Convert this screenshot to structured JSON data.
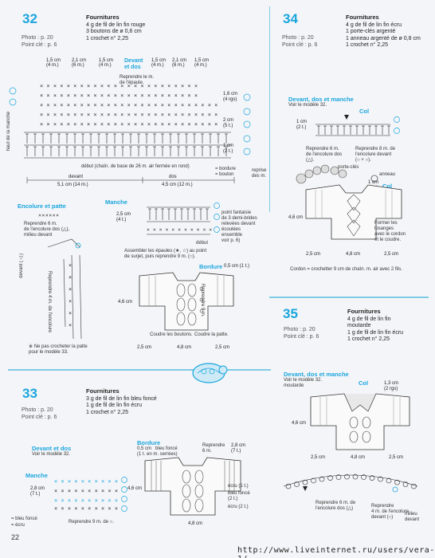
{
  "page_number": "22",
  "url": "http://www.liveinternet.ru/users/vera-1/",
  "p32": {
    "number": "32",
    "photo": "Photo : p. 20",
    "key": "Point clé : p. 6",
    "supplies_title": "Fournitures",
    "supplies": [
      "4 g de fil de lin fin rouge",
      "3 boutons de ø 0,6 cm",
      "1 crochet n° 2,25"
    ],
    "front_back": "Devant\net dos",
    "reprendre_epaule": "Reprendre le m.\nde l'épaule.",
    "top_dims": [
      "1,5 cm\n(4 m.)",
      "2,1 cm\n(6 m.)",
      "1,5 cm\n(4 m.)",
      "1,5 cm\n(4 m.)",
      "2,1 cm\n(6 m.)",
      "1,5 cm\n(4 m.)"
    ],
    "right_dims": [
      "1,6 cm\n(4 rgs)",
      "2 cm\n(5 t.)",
      "1 cm\n(2 t.)"
    ],
    "debut": "début (chaîn. de base de 26 m. air fermée en rond)",
    "devant": "devant",
    "dos": "dos",
    "devant_dim": "5,1 cm (14 m.)",
    "dos_dim": "4,5 cm (12 m.)",
    "bordure_legend": "= bordure\n= bouton",
    "reprise": "reprise\ndes m.",
    "haut_manche": "haut de la manche",
    "encolure_title": "Encolure et patte",
    "encolure_note": "Reprendre 6 m.\nde l'encolure dos (△),\nmilieu devant",
    "manche_title": "Manche",
    "manche_dims": [
      "2,5 cm\n(4 t.)"
    ],
    "point_fantaisie": "point fantaisie\nde 3 demi-brides\nrelevées devant\nécoulées\nensemble\nvoir p. 6)",
    "debut2": "début",
    "assembler": "Assembler les épaules (★, ☆) au point\nde surjet, puis reprendre 9 m. (○).",
    "bordure_title": "Bordure",
    "bordure_dim": "0,5 cm (1 t.)",
    "reprendre9": "Reprendre 9 m.",
    "dim_46": "4,6 cm",
    "coudre_boutons": "Coudre les boutons.",
    "coudre_patte": "Coudre la patte.",
    "bottom_dims": [
      "2,5 cm",
      "4,8 cm",
      "2,5 cm"
    ],
    "patte_note": "※ Ne pas crocheter la patte\npour le modèle 33.",
    "devant_label": "devant (△)",
    "reprendre_4": "Reprendre 4 m. de l'encolure"
  },
  "p34": {
    "number": "34",
    "photo": "Photo : p. 20",
    "key": "Point clé : p. 6",
    "supplies_title": "Fournitures",
    "supplies": [
      "4 g de fil de lin fin écru",
      "1 porte-clés argenté",
      "1 anneau argenté de ø 0,8 cm",
      "1 crochet n° 2,25"
    ],
    "front_back": "Devant, dos et manche",
    "voir": "Voir le modèle 32.",
    "col_title": "Col",
    "col_dims": [
      "1 cm\n(2 t.)"
    ],
    "reprendre6": "Reprendre 6 m.\nde l'encolure dos\n(△).",
    "reprendre8": "Reprendre 8 m. de\nl'encolure devant\n(○ + ○).",
    "porte_cles": "porte-clés",
    "anneau": "anneau",
    "col2": "Col",
    "col2_dim": "1 cm\n(2 t.)",
    "dim_46": "4,6 cm",
    "former": "Former les\nlosanges\navec le cordon\net le coudre.",
    "bottom_dims": [
      "2,5 cm",
      "4,8 cm",
      "2,5 cm"
    ],
    "cordon": "Cordon = crochetter 9 cm de chaîn. m. air avec 2 fils."
  },
  "p35": {
    "number": "35",
    "photo": "Photo : p. 20",
    "key": "Point clé : p. 6",
    "supplies_title": "Fournitures",
    "supplies": [
      "4 g de fil de lin fin",
      "moutarde",
      "1 g de fil de lin fin écru",
      "1 crochet n° 2,25"
    ],
    "front_back": "Devant, dos et manche",
    "voir": "Voir le modèle 32.\nmoutarde",
    "col_title": "Col",
    "col_dim": "1,3 cm\n(2 rgs)",
    "dim_46": "4,6 cm",
    "bottom_dims": [
      "2,5 cm",
      "4,8 cm",
      "2,5 cm"
    ],
    "reprendre6": "Reprendre 6 m. de\nl'encolure dos (△)",
    "reprendre4": "Reprendre\n4 m. de l'encolure\ndevant (○)",
    "milieu": "milieu\ndevant"
  },
  "p33": {
    "number": "33",
    "photo": "Photo : p. 20",
    "key": "Point clé : p. 6",
    "supplies_title": "Fournitures",
    "supplies": [
      "3 g de fil de lin fin bleu foncé",
      "1 g de fil de lin fin écru",
      "1 crochet n° 2,25"
    ],
    "front_back": "Devant et dos",
    "voir": "Voir le modèle 32.",
    "manche_title": "Manche",
    "manche_dims": [
      "2,8 cm\n(7 t.)"
    ],
    "bordure_title": "Bordure",
    "bordure_dim": "0,5 cm   bleu foncé\n(1 t. en m. serrées)",
    "reprendre6": "Reprendre\n6 m.",
    "dim_28": "2,8 cm\n(7 t.)",
    "dim_46": "4,6 cm",
    "ecru_1t": "écru (1 t.)",
    "bleu_2t": "bleu foncé\n(2 t.)",
    "ecru_2t": "écru (2 t.)",
    "legend_bleu": "= bleu foncé",
    "legend_ecru": "= écru",
    "reprendre9": "Reprendre 9 m. de ○.",
    "bottom_dim": "4,8 cm"
  }
}
